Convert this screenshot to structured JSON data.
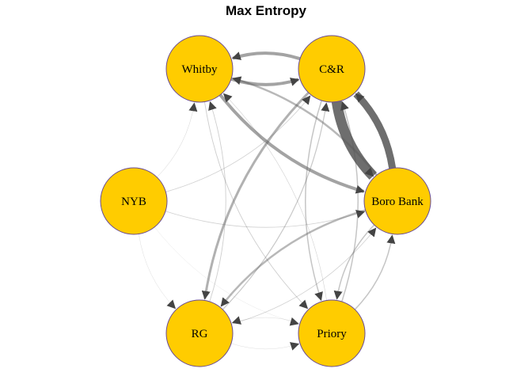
{
  "title": "Max Entropy",
  "colors": {
    "node_fill": "#FFCC00",
    "node_stroke": "#6A4C93",
    "edge": "#555555",
    "background": "#FFFFFF"
  },
  "nodes": [
    {
      "id": "whitby",
      "label": "Whitby"
    },
    {
      "id": "cr",
      "label": "C&R"
    },
    {
      "id": "nyb",
      "label": "NYB"
    },
    {
      "id": "boro",
      "label": "Boro Bank"
    },
    {
      "id": "rg",
      "label": "RG"
    },
    {
      "id": "priory",
      "label": "Priory"
    }
  ],
  "edges": [
    {
      "from": "whitby",
      "to": "cr",
      "weight": 4
    },
    {
      "from": "cr",
      "to": "whitby",
      "weight": 4
    },
    {
      "from": "cr",
      "to": "boro",
      "weight": 13
    },
    {
      "from": "boro",
      "to": "cr",
      "weight": 9
    },
    {
      "from": "whitby",
      "to": "boro",
      "weight": 4
    },
    {
      "from": "boro",
      "to": "whitby",
      "weight": 2.5
    },
    {
      "from": "cr",
      "to": "rg",
      "weight": 3
    },
    {
      "from": "boro",
      "to": "rg",
      "weight": 2.5
    },
    {
      "from": "cr",
      "to": "priory",
      "weight": 1.5
    },
    {
      "from": "priory",
      "to": "cr",
      "weight": 1.5
    },
    {
      "from": "boro",
      "to": "priory",
      "weight": 1.5
    },
    {
      "from": "priory",
      "to": "boro",
      "weight": 1.5
    },
    {
      "from": "nyb",
      "to": "boro",
      "weight": 0.8
    },
    {
      "from": "nyb",
      "to": "cr",
      "weight": 0.8
    },
    {
      "from": "nyb",
      "to": "whitby",
      "weight": 0.5
    },
    {
      "from": "nyb",
      "to": "rg",
      "weight": 0.4
    },
    {
      "from": "nyb",
      "to": "priory",
      "weight": 0.3
    },
    {
      "from": "rg",
      "to": "whitby",
      "weight": 0.9
    },
    {
      "from": "rg",
      "to": "cr",
      "weight": 1.2
    },
    {
      "from": "whitby",
      "to": "priory",
      "weight": 0.9
    },
    {
      "from": "priory",
      "to": "whitby",
      "weight": 0.6
    },
    {
      "from": "rg",
      "to": "boro",
      "weight": 0.8
    },
    {
      "from": "priory",
      "to": "rg",
      "weight": 0.4
    },
    {
      "from": "rg",
      "to": "priory",
      "weight": 0.4
    }
  ]
}
